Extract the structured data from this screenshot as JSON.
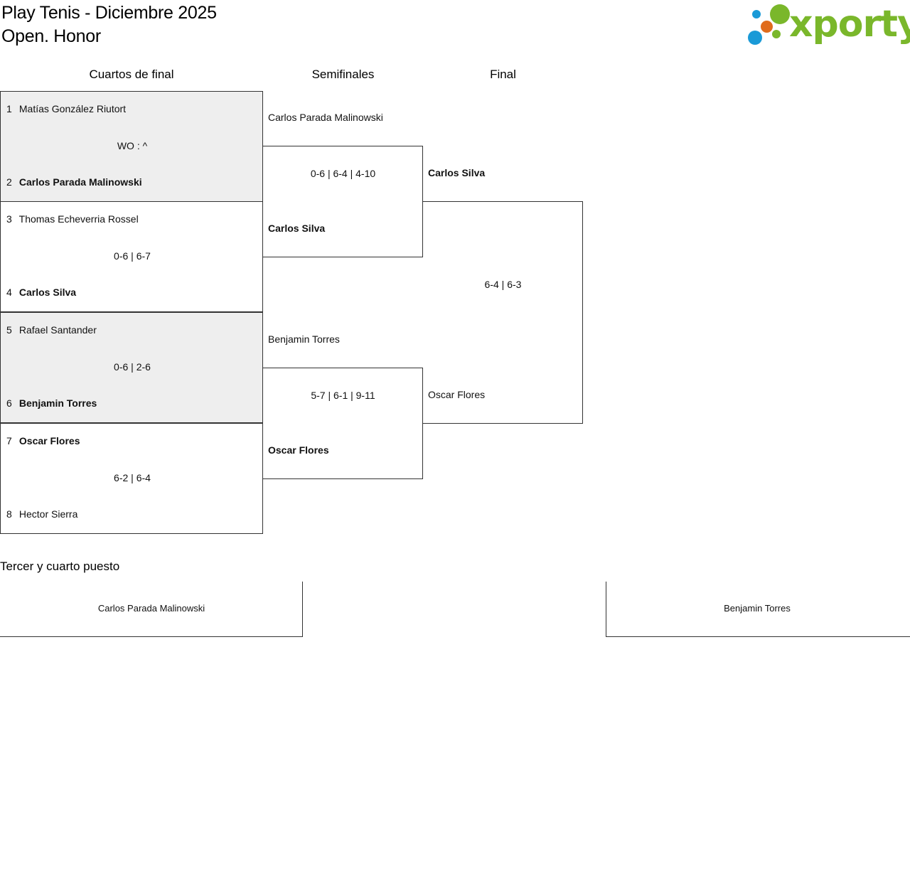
{
  "header": {
    "title_line1": "Play Tenis - Diciembre 2025",
    "title_line2": "Open. Honor"
  },
  "logo": {
    "text": "xporty",
    "colors": {
      "green": "#7ab72b",
      "orange": "#e06c1c",
      "blue": "#1a9ad7"
    }
  },
  "rounds": {
    "quarterfinals": "Cuartos de final",
    "semifinals": "Semifinales",
    "final": "Final"
  },
  "quarterfinals": [
    {
      "seed_a": "1",
      "player_a": "Matías González Riutort",
      "score": "WO : ^",
      "seed_b": "2",
      "player_b": "Carlos Parada Malinowski",
      "winner": "b"
    },
    {
      "seed_a": "3",
      "player_a": "Thomas Echeverria Rossel",
      "score": "0-6 | 6-7",
      "seed_b": "4",
      "player_b": "Carlos Silva",
      "winner": "b"
    },
    {
      "seed_a": "5",
      "player_a": "Rafael Santander",
      "score": "0-6 | 2-6",
      "seed_b": "6",
      "player_b": "Benjamin Torres",
      "winner": "b"
    },
    {
      "seed_a": "7",
      "player_a": "Oscar Flores",
      "score": "6-2 | 6-4",
      "seed_b": "8",
      "player_b": "Hector Sierra",
      "winner": "a"
    }
  ],
  "semifinals": [
    {
      "player_a": "Carlos Parada Malinowski",
      "score": "0-6 | 6-4 | 4-10",
      "player_b": "Carlos Silva",
      "winner": "b"
    },
    {
      "player_a": "Benjamin Torres",
      "score": "5-7 | 6-1 | 9-11",
      "player_b": "Oscar Flores",
      "winner": "b"
    }
  ],
  "final": {
    "player_a": "Carlos Silva",
    "score": "6-4 | 6-3",
    "player_b": "Oscar Flores",
    "winner": "a"
  },
  "third_place": {
    "title": "Tercer y cuarto puesto",
    "player_a": "Carlos Parada Malinowski",
    "player_b": "Benjamin Torres"
  }
}
